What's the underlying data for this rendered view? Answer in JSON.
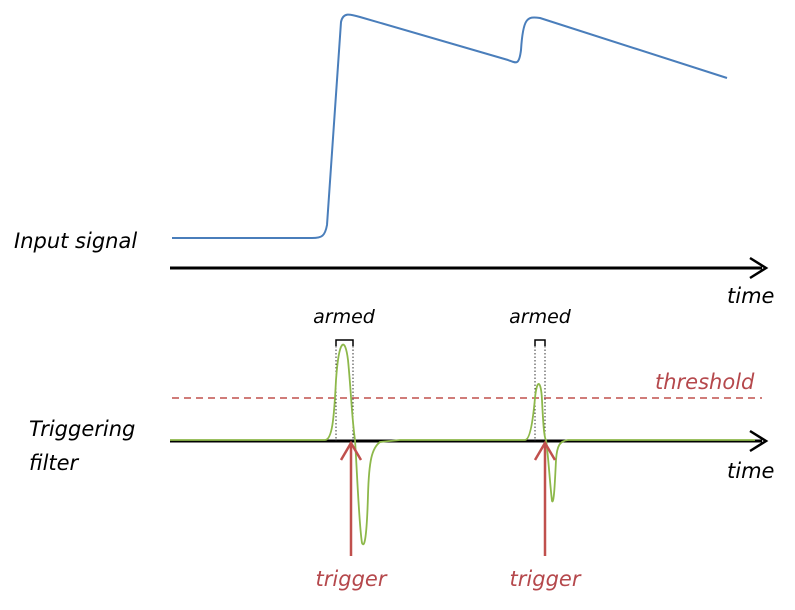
{
  "labels": {
    "input_signal": "Input signal",
    "time_top": "time",
    "armed_1": "armed",
    "armed_2": "armed",
    "threshold": "threshold",
    "filter_line1": "Triggering",
    "filter_line2": "filter",
    "time_bottom": "time",
    "trigger_1": "trigger",
    "trigger_2": "trigger"
  },
  "colors": {
    "input_signal": "#4a7ebb",
    "filter_signal": "#8db84a",
    "threshold": "#c0504d",
    "trigger_arrow": "#c0504d",
    "trigger_text": "#b5484c",
    "axis": "#000000"
  }
}
